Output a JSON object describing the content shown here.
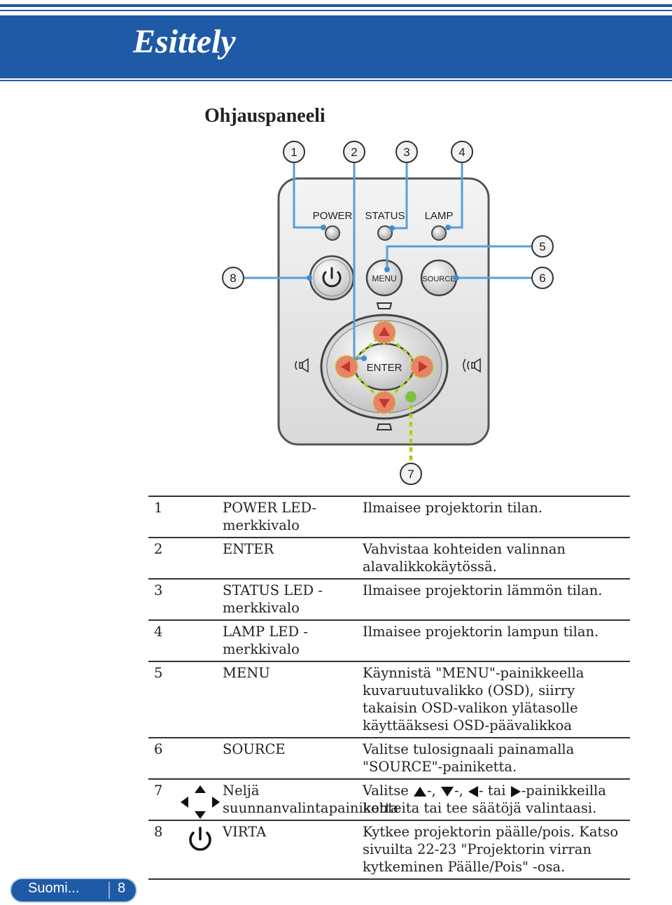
{
  "header": {
    "title": "Esittely"
  },
  "section": {
    "title": "Ohjauspaneeli"
  },
  "panel": {
    "labels": {
      "power": "POWER",
      "status": "STATUS",
      "lamp": "LAMP",
      "menu": "MENU",
      "source": "SOURCE",
      "enter": "ENTER"
    },
    "callouts": [
      "1",
      "2",
      "3",
      "4",
      "5",
      "6",
      "7",
      "8"
    ]
  },
  "table": {
    "rows": [
      {
        "num": "1",
        "name": "POWER LED-merkkivalo",
        "desc": "Ilmaisee projektorin tilan."
      },
      {
        "num": "2",
        "name": "ENTER",
        "desc": "Vahvistaa kohteiden valinnan alavalikkokäytössä."
      },
      {
        "num": "3",
        "name": "STATUS LED -merkkivalo",
        "desc": "Ilmaisee projektorin lämmön tilan."
      },
      {
        "num": "4",
        "name": "LAMP LED -merkkivalo",
        "desc": "Ilmaisee projektorin lampun tilan."
      },
      {
        "num": "5",
        "name": "MENU",
        "desc": "Käynnistä \"MENU\"-painikkeella kuvaruutuvalikko (OSD), siirry takaisin OSD-valikon ylätasolle käyttääksesi OSD-päävalikkoa"
      },
      {
        "num": "6",
        "name": "SOURCE",
        "desc": "Valitse tulosignaali painamalla \"SOURCE\"-painiketta."
      },
      {
        "num": "7",
        "name": "Neljä suunnanvalintapainiketta",
        "desc_parts": {
          "a": "Valitse",
          "b": "-,",
          "c": "-,",
          "d": "- tai",
          "e": "-painikkeilla",
          "f": "kohteita tai tee säätöjä valintaasi."
        }
      },
      {
        "num": "8",
        "name": "VIRTA",
        "desc": "Kytkee projektorin päälle/pois. Katso sivuilta 22-23 \"Projektorin virran kytkeminen Päälle/Pois\" -osa."
      }
    ]
  },
  "footer": {
    "language": "Suomi...",
    "page": "8"
  },
  "colors": {
    "header_blue": "#1f5aa6",
    "callout_line": "#5a9ed6",
    "button_red": "#e8826a",
    "accent_green": "#7cc243"
  }
}
